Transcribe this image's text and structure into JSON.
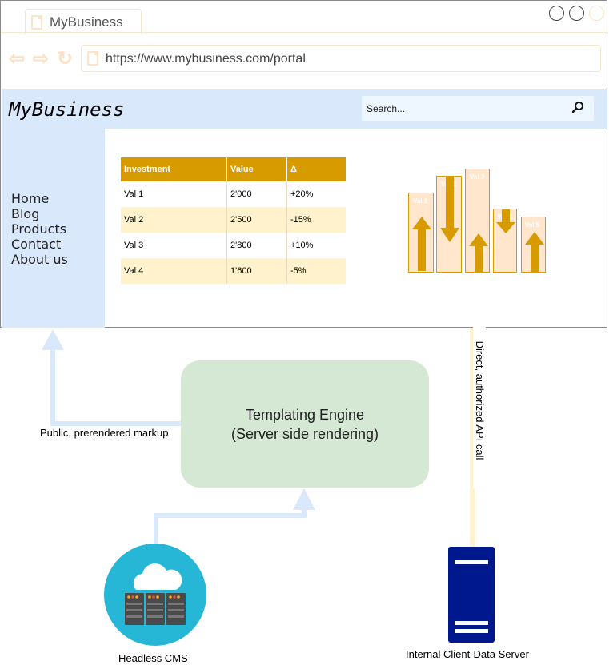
{
  "browser": {
    "tab_title": "MyBusiness",
    "url": "https://www.mybusiness.com/portal"
  },
  "app": {
    "brand": "MyBusiness",
    "search_placeholder": "Search...",
    "nav": [
      "Home",
      "Blog",
      "Products",
      "Contact",
      "About us"
    ]
  },
  "table": {
    "headers": [
      "Investment",
      "Value",
      "Δ"
    ],
    "rows": [
      [
        "Val 1",
        "2'000",
        "+20%"
      ],
      [
        "Val 2",
        "2'500",
        "-15%"
      ],
      [
        "Val 3",
        "2'800",
        "+10%"
      ],
      [
        "Val 4",
        "1'600",
        "-5%"
      ]
    ]
  },
  "chart": {
    "labels": [
      "Val 1",
      "Val 2",
      "Val 3",
      "Val 4",
      "Val 5"
    ],
    "directions": [
      "up",
      "down",
      "up",
      "down",
      "up"
    ]
  },
  "diagram": {
    "engine_line1": "Templating Engine",
    "engine_line2": "(Server side rendering)",
    "public_label": "Public, prerendered markup",
    "api_label": "Direct, authorized API call",
    "cms_label": "Headless CMS",
    "server_label": "Internal Client-Data Server"
  },
  "colors": {
    "blue_light": "#dae8fc",
    "orange": "#d79b00",
    "peach": "#ffe6cc",
    "cream_arrow": "#fff2cc",
    "green": "#d5e8d4",
    "cms_circle": "#27b7d6",
    "server_blue": "#00188d"
  }
}
